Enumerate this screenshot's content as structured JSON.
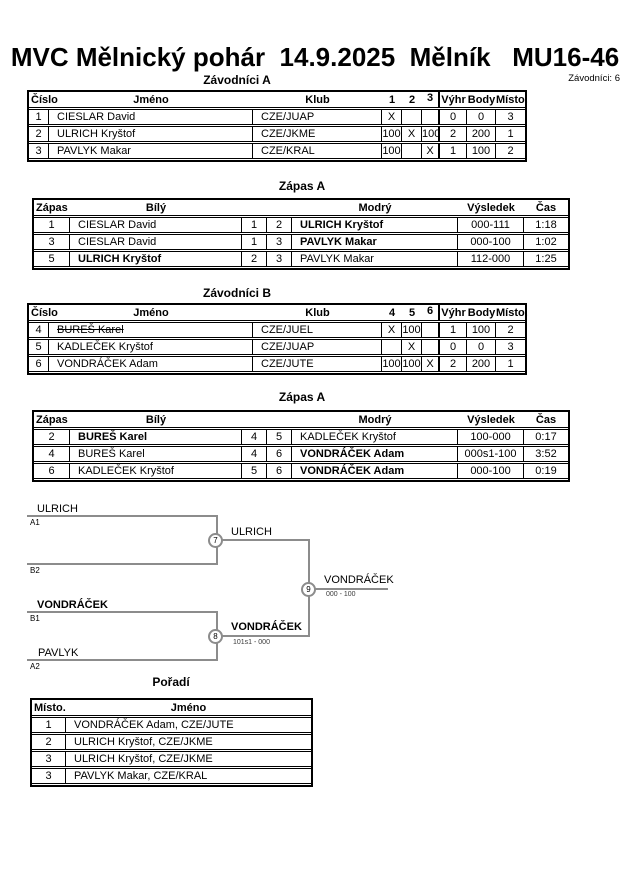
{
  "page": {
    "title": "MVC Mělnický pohár  14.9.2025  Mělník   MU16-46",
    "competitors_total": "Závodníci: 6"
  },
  "group_a": {
    "title": "Závodníci A",
    "headers": {
      "cislo": "Číslo",
      "jmeno": "Jméno",
      "klub": "Klub",
      "c1": "1",
      "c2": "2",
      "c3": "3",
      "vyhr": "Výhr",
      "body": "Body",
      "misto": "Místo."
    },
    "rows": [
      {
        "cislo": "1",
        "jmeno": "CIESLAR David",
        "klub": "CZE/JUAP",
        "r1": "X",
        "r2": "",
        "r3": "",
        "vyhr": "0",
        "body": "0",
        "misto": "3"
      },
      {
        "cislo": "2",
        "jmeno": "ULRICH Kryštof",
        "klub": "CZE/JKME",
        "r1": "100",
        "r2": "X",
        "r3": "100",
        "vyhr": "2",
        "body": "200",
        "misto": "1"
      },
      {
        "cislo": "3",
        "jmeno": "PAVLYK Makar",
        "klub": "CZE/KRAL",
        "r1": "100",
        "r2": "",
        "r3": "X",
        "vyhr": "1",
        "body": "100",
        "misto": "2"
      }
    ]
  },
  "matches_a": {
    "title": "Zápas A",
    "headers": {
      "zapas": "Zápas",
      "bily": "Bílý",
      "modry": "Modrý",
      "vysledek": "Výsledek",
      "cas": "Čas"
    },
    "rows": [
      {
        "zapas": "1",
        "bily": "CIESLAR David",
        "n1": "1",
        "n2": "2",
        "modry": "ULRICH Kryštof",
        "vysledek": "000-111",
        "cas": "1:18"
      },
      {
        "zapas": "3",
        "bily": "CIESLAR David",
        "n1": "1",
        "n2": "3",
        "modry": "PAVLYK Makar",
        "vysledek": "000-100",
        "cas": "1:02"
      },
      {
        "zapas": "5",
        "bily": "ULRICH Kryštof",
        "n1": "2",
        "n2": "3",
        "modry": "PAVLYK Makar",
        "vysledek": "112-000",
        "cas": "1:25"
      }
    ]
  },
  "group_b": {
    "title": "Závodníci B",
    "headers": {
      "cislo": "Číslo",
      "jmeno": "Jméno",
      "klub": "Klub",
      "c1": "4",
      "c2": "5",
      "c3": "6",
      "vyhr": "Výhr",
      "body": "Body",
      "misto": "Místo."
    },
    "rows": [
      {
        "cislo": "4",
        "jmeno": "BUREŠ Karel",
        "klub": "CZE/JUEL",
        "r1": "X",
        "r2": "100",
        "r3": "",
        "vyhr": "1",
        "body": "100",
        "misto": "2"
      },
      {
        "cislo": "5",
        "jmeno": "KADLEČEK Kryštof",
        "klub": "CZE/JUAP",
        "r1": "",
        "r2": "X",
        "r3": "",
        "vyhr": "0",
        "body": "0",
        "misto": "3"
      },
      {
        "cislo": "6",
        "jmeno": "VONDRÁČEK Adam",
        "klub": "CZE/JUTE",
        "r1": "100",
        "r2": "100",
        "r3": "X",
        "vyhr": "2",
        "body": "200",
        "misto": "1"
      }
    ]
  },
  "matches_b": {
    "title": "Zápas A",
    "headers": {
      "zapas": "Zápas",
      "bily": "Bílý",
      "modry": "Modrý",
      "vysledek": "Výsledek",
      "cas": "Čas"
    },
    "rows": [
      {
        "zapas": "2",
        "bily": "BUREŠ Karel",
        "n1": "4",
        "n2": "5",
        "modry": "KADLEČEK Kryštof",
        "vysledek": "100-000",
        "cas": "0:17"
      },
      {
        "zapas": "4",
        "bily": "BUREŠ Karel",
        "n1": "4",
        "n2": "6",
        "modry": "VONDRÁČEK Adam",
        "vysledek": "000s1-100",
        "cas": "3:52"
      },
      {
        "zapas": "6",
        "bily": "KADLEČEK Kryštof",
        "n1": "5",
        "n2": "6",
        "modry": "VONDRÁČEK Adam",
        "vysledek": "000-100",
        "cas": "0:19"
      }
    ]
  },
  "bracket": {
    "seed_a1": {
      "name": "ULRICH",
      "code": "A1"
    },
    "seed_b2": {
      "name": "",
      "code": "B2"
    },
    "seed_b1": {
      "name": "VONDRÁČEK",
      "code": "B1"
    },
    "seed_a2": {
      "name": "PAVLYK",
      "code": "A2"
    },
    "match7": {
      "number": "7",
      "winner": "ULRICH",
      "score": ""
    },
    "match8": {
      "number": "8",
      "winner": "VONDRÁČEK",
      "score": "101s1 - 000"
    },
    "match9": {
      "number": "9",
      "winner": "VONDRÁČEK",
      "score": "000 - 100"
    }
  },
  "standings": {
    "title": "Pořadí",
    "headers": {
      "misto": "Místo.",
      "jmeno": "Jméno"
    },
    "rows": [
      {
        "misto": "1",
        "jmeno": "VONDRÁČEK Adam, CZE/JUTE"
      },
      {
        "misto": "2",
        "jmeno": "ULRICH Kryštof, CZE/JKME"
      },
      {
        "misto": "3",
        "jmeno": "ULRICH Kryštof, CZE/JKME"
      },
      {
        "misto": "3",
        "jmeno": "PAVLYK Makar, CZE/KRAL"
      }
    ]
  }
}
